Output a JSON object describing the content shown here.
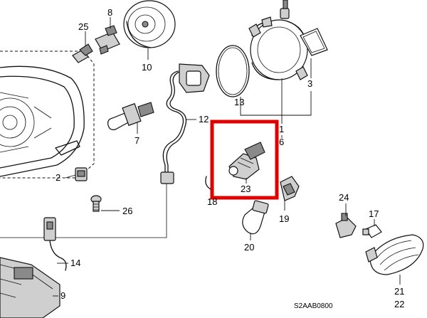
{
  "callouts": {
    "c1": "1",
    "c2": "2",
    "c3": "3",
    "c6": "6",
    "c7": "7",
    "c8": "8",
    "c9": "9",
    "c10": "10",
    "c12": "12",
    "c13": "13",
    "c14": "14",
    "c17": "17",
    "c18": "18",
    "c19": "19",
    "c20": "20",
    "c21": "21",
    "c22": "22",
    "c23": "23",
    "c24": "24",
    "c25": "25",
    "c26": "26"
  },
  "diagram_code": "S2AAB0800",
  "highlight": {
    "color": "#e00000",
    "target_callout": "23"
  }
}
